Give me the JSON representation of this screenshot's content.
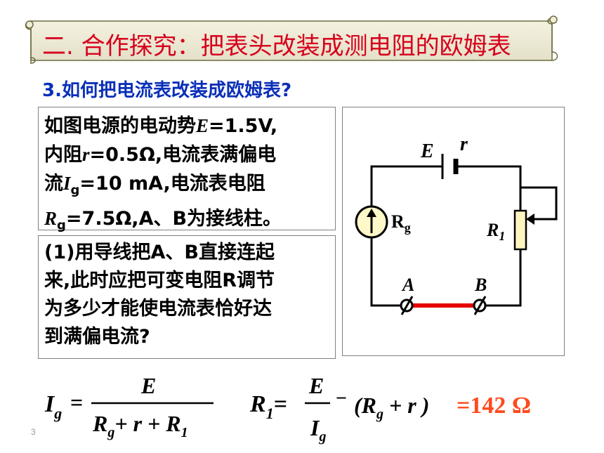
{
  "title": "二. 合作探究：把表头改装成测电阻的欧姆表",
  "subtitle": "3.如何把电流表改装成欧姆表?",
  "given": {
    "line1_a": "如图电源的电动势",
    "line1_var": "E",
    "line1_b": "=1.5V,",
    "line2_a": "内阻",
    "line2_var": "r",
    "line2_b": "=0.5Ω,电流表满偏电",
    "line3_a": "流",
    "line3_var": "I",
    "line3_sub": "g",
    "line3_b": "=10 mA,电流表电阻",
    "line4_var": "R",
    "line4_sub": "g",
    "line4_b": "=7.5Ω,A、B为接线柱。"
  },
  "question": {
    "line1": "(1)用导线把A、B直接连起",
    "line2": "来,此时应把可变电阻R调节",
    "line3": "为多少才能使电流表恰好达",
    "line4": "到满偏电流?"
  },
  "circuit": {
    "label_E": "E",
    "label_r": "r",
    "label_Rg": "R",
    "label_Rg_sub": "g",
    "label_R1": "R",
    "label_R1_sub": "1",
    "label_A": "A",
    "label_B": "B"
  },
  "formula1": {
    "lhs": "I",
    "lhs_sub": "g",
    "eq": "=",
    "numerator": "E",
    "den_Rg": "R",
    "den_Rg_sub": "g",
    "den_rest": "+ r + ",
    "den_R1": "R",
    "den_R1_sub": "1"
  },
  "formula2": {
    "lhs": "R",
    "lhs_sub": "1",
    "eq": "=",
    "numerator": "E",
    "den": "I",
    "den_sub": "g",
    "minus": "−",
    "paren": "(R",
    "paren_sub": "g",
    "paren_rest": " + r )",
    "result": "=142 Ω"
  },
  "page_number": "3",
  "colors": {
    "title": "#d6001c",
    "subtitle": "#0a2fb8",
    "result": "#ff4a1c",
    "wire_ab": "#e60000",
    "ammeter_fill": "#fff8c8"
  }
}
